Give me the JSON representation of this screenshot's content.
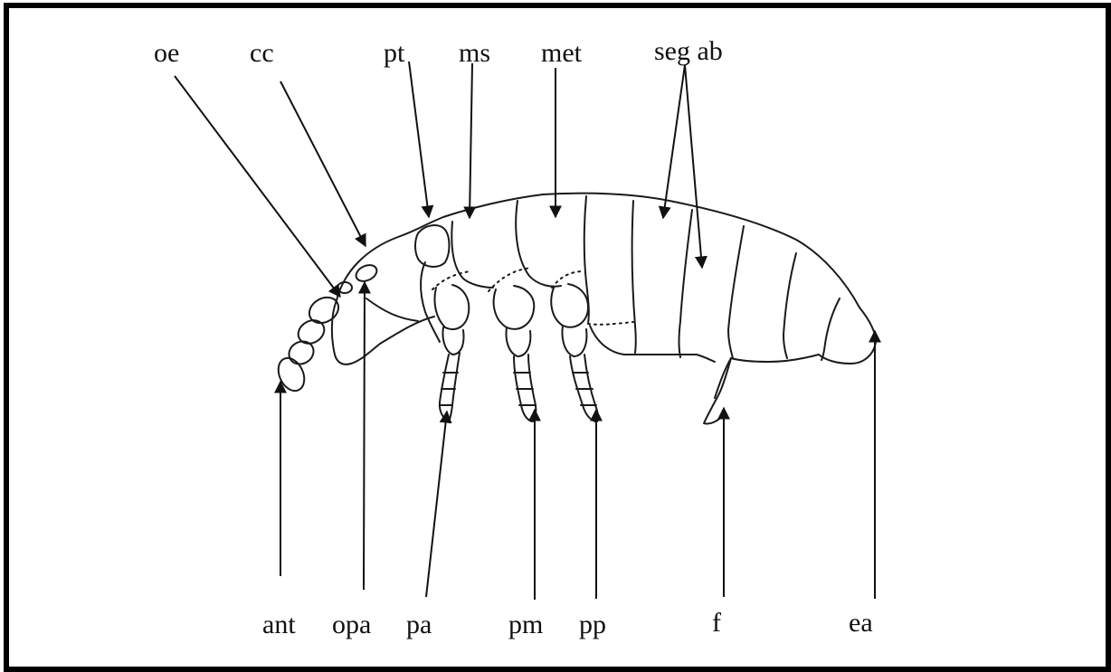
{
  "diagram": {
    "colors": {
      "frame": "#000000",
      "ink": "#111111",
      "background": "#ffffff"
    },
    "top_labels": {
      "oe": "oe",
      "cc": "cc",
      "pt": "pt",
      "ms": "ms",
      "met": "met",
      "seg_ab": "seg ab"
    },
    "bottom_labels": {
      "ant": "ant",
      "opa": "opa",
      "pa": "pa",
      "pm": "pm",
      "pp": "pp",
      "f": "f",
      "ea": "ea"
    }
  }
}
